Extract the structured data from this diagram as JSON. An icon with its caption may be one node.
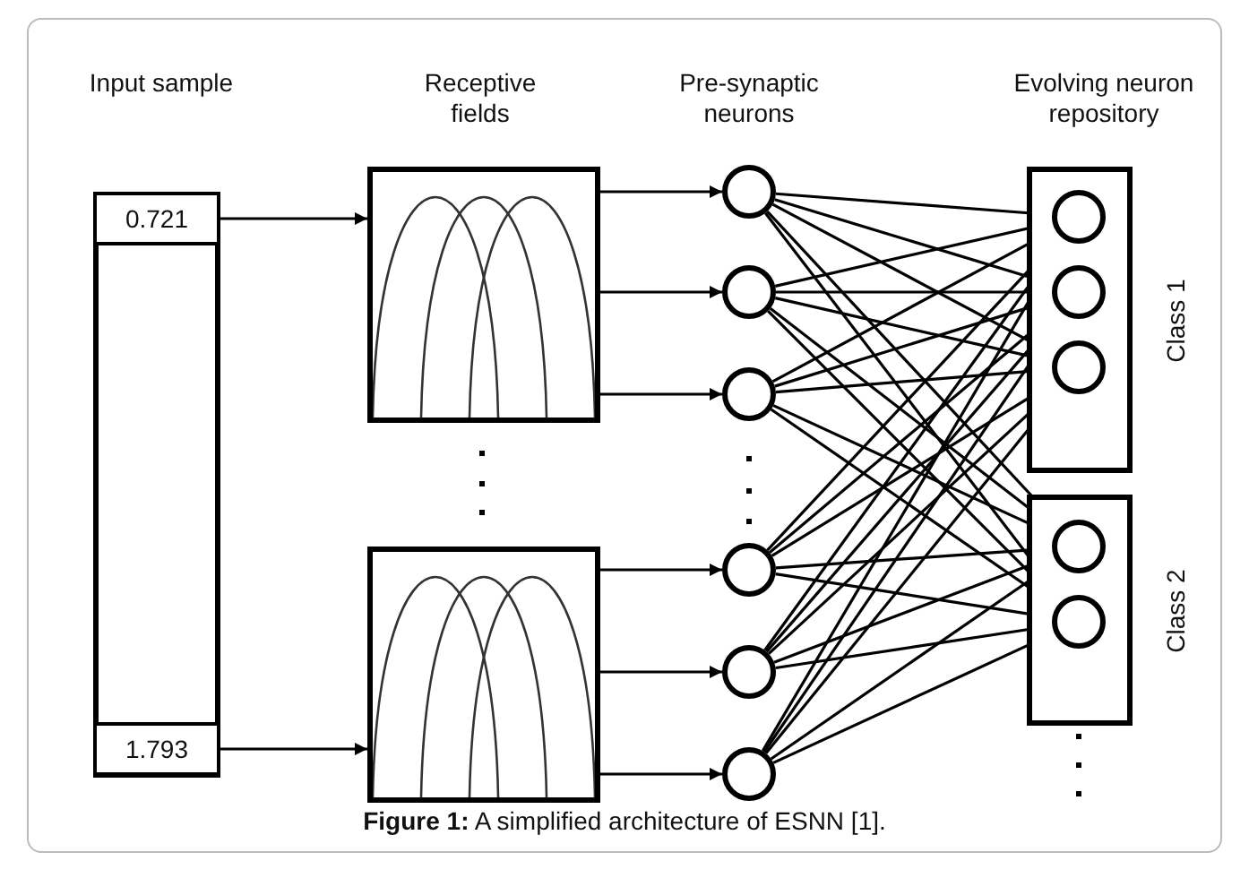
{
  "diagram": {
    "caption": "**Figure 1:**  A simplified architecture of ESNN [1].",
    "labels": [
      "Input sample",
      "Receptive fields",
      "Pre-synaptic neurons",
      "Evolving neuron repository"
    ],
    "nodes": [
      {
        "text": [],
        "shape": "box"
      },
      {
        "text": [
          "0.721"
        ],
        "in": 0
      },
      {
        "text": [
          "1.793"
        ],
        "in": 0
      },
      {
        "text": [],
        "shape": "box"
      },
      {
        "text": [],
        "shape": "box"
      },
      {
        "text": [],
        "shape": "circle"
      },
      {
        "text": [],
        "shape": "circle"
      },
      {
        "text": [],
        "shape": "circle"
      },
      {
        "text": [],
        "shape": "circle"
      },
      {
        "text": [],
        "shape": "circle"
      },
      {
        "text": [],
        "shape": "circle"
      },
      {
        "text": [],
        "shape": "box",
        "beside": [
          "Class 1"
        ]
      },
      {
        "text": [],
        "shape": "circle",
        "in": 11
      },
      {
        "text": [],
        "shape": "circle",
        "in": 11
      },
      {
        "text": [],
        "shape": "circle",
        "in": 11
      },
      {
        "text": [],
        "shape": "box",
        "beside": [
          "Class 2"
        ]
      },
      {
        "text": [],
        "shape": "circle",
        "in": 15
      },
      {
        "text": [],
        "shape": "circle",
        "in": 15
      }
    ],
    "edges": [
      {
        "from": 1,
        "to": 3,
        "arrow": "to"
      },
      {
        "from": 2,
        "to": 4,
        "arrow": "to"
      },
      {
        "from": 3,
        "to": 5,
        "arrow": "to"
      },
      {
        "from": 3,
        "to": 6,
        "arrow": "to"
      },
      {
        "from": 3,
        "to": 7,
        "arrow": "to"
      },
      {
        "from": 4,
        "to": 8,
        "arrow": "to"
      },
      {
        "from": 4,
        "to": 9,
        "arrow": "to"
      },
      {
        "from": 4,
        "to": 10,
        "arrow": "to"
      },
      {
        "from": 5,
        "to": 12,
        "arrow": "none"
      },
      {
        "from": 5,
        "to": 13,
        "arrow": "none"
      },
      {
        "from": 5,
        "to": 14,
        "arrow": "none"
      },
      {
        "from": 5,
        "to": 16,
        "arrow": "none"
      },
      {
        "from": 5,
        "to": 17,
        "arrow": "none"
      },
      {
        "from": 6,
        "to": 12,
        "arrow": "none"
      },
      {
        "from": 6,
        "to": 13,
        "arrow": "none"
      },
      {
        "from": 6,
        "to": 14,
        "arrow": "none"
      },
      {
        "from": 6,
        "to": 16,
        "arrow": "none"
      },
      {
        "from": 6,
        "to": 17,
        "arrow": "none"
      },
      {
        "from": 7,
        "to": 12,
        "arrow": "none"
      },
      {
        "from": 7,
        "to": 13,
        "arrow": "none"
      },
      {
        "from": 7,
        "to": 14,
        "arrow": "none"
      },
      {
        "from": 7,
        "to": 16,
        "arrow": "none"
      },
      {
        "from": 7,
        "to": 17,
        "arrow": "none"
      },
      {
        "from": 8,
        "to": 12,
        "arrow": "none"
      },
      {
        "from": 8,
        "to": 13,
        "arrow": "none"
      },
      {
        "from": 8,
        "to": 14,
        "arrow": "none"
      },
      {
        "from": 8,
        "to": 16,
        "arrow": "none"
      },
      {
        "from": 8,
        "to": 17,
        "arrow": "none"
      },
      {
        "from": 9,
        "to": 12,
        "arrow": "none"
      },
      {
        "from": 9,
        "to": 13,
        "arrow": "none"
      },
      {
        "from": 9,
        "to": 14,
        "arrow": "none"
      },
      {
        "from": 9,
        "to": 16,
        "arrow": "none"
      },
      {
        "from": 9,
        "to": 17,
        "arrow": "none"
      },
      {
        "from": 10,
        "to": 12,
        "arrow": "none"
      },
      {
        "from": 10,
        "to": 13,
        "arrow": "none"
      },
      {
        "from": 10,
        "to": 14,
        "arrow": "none"
      },
      {
        "from": 10,
        "to": 16,
        "arrow": "none"
      },
      {
        "from": 10,
        "to": 17,
        "arrow": "none"
      }
    ]
  }
}
